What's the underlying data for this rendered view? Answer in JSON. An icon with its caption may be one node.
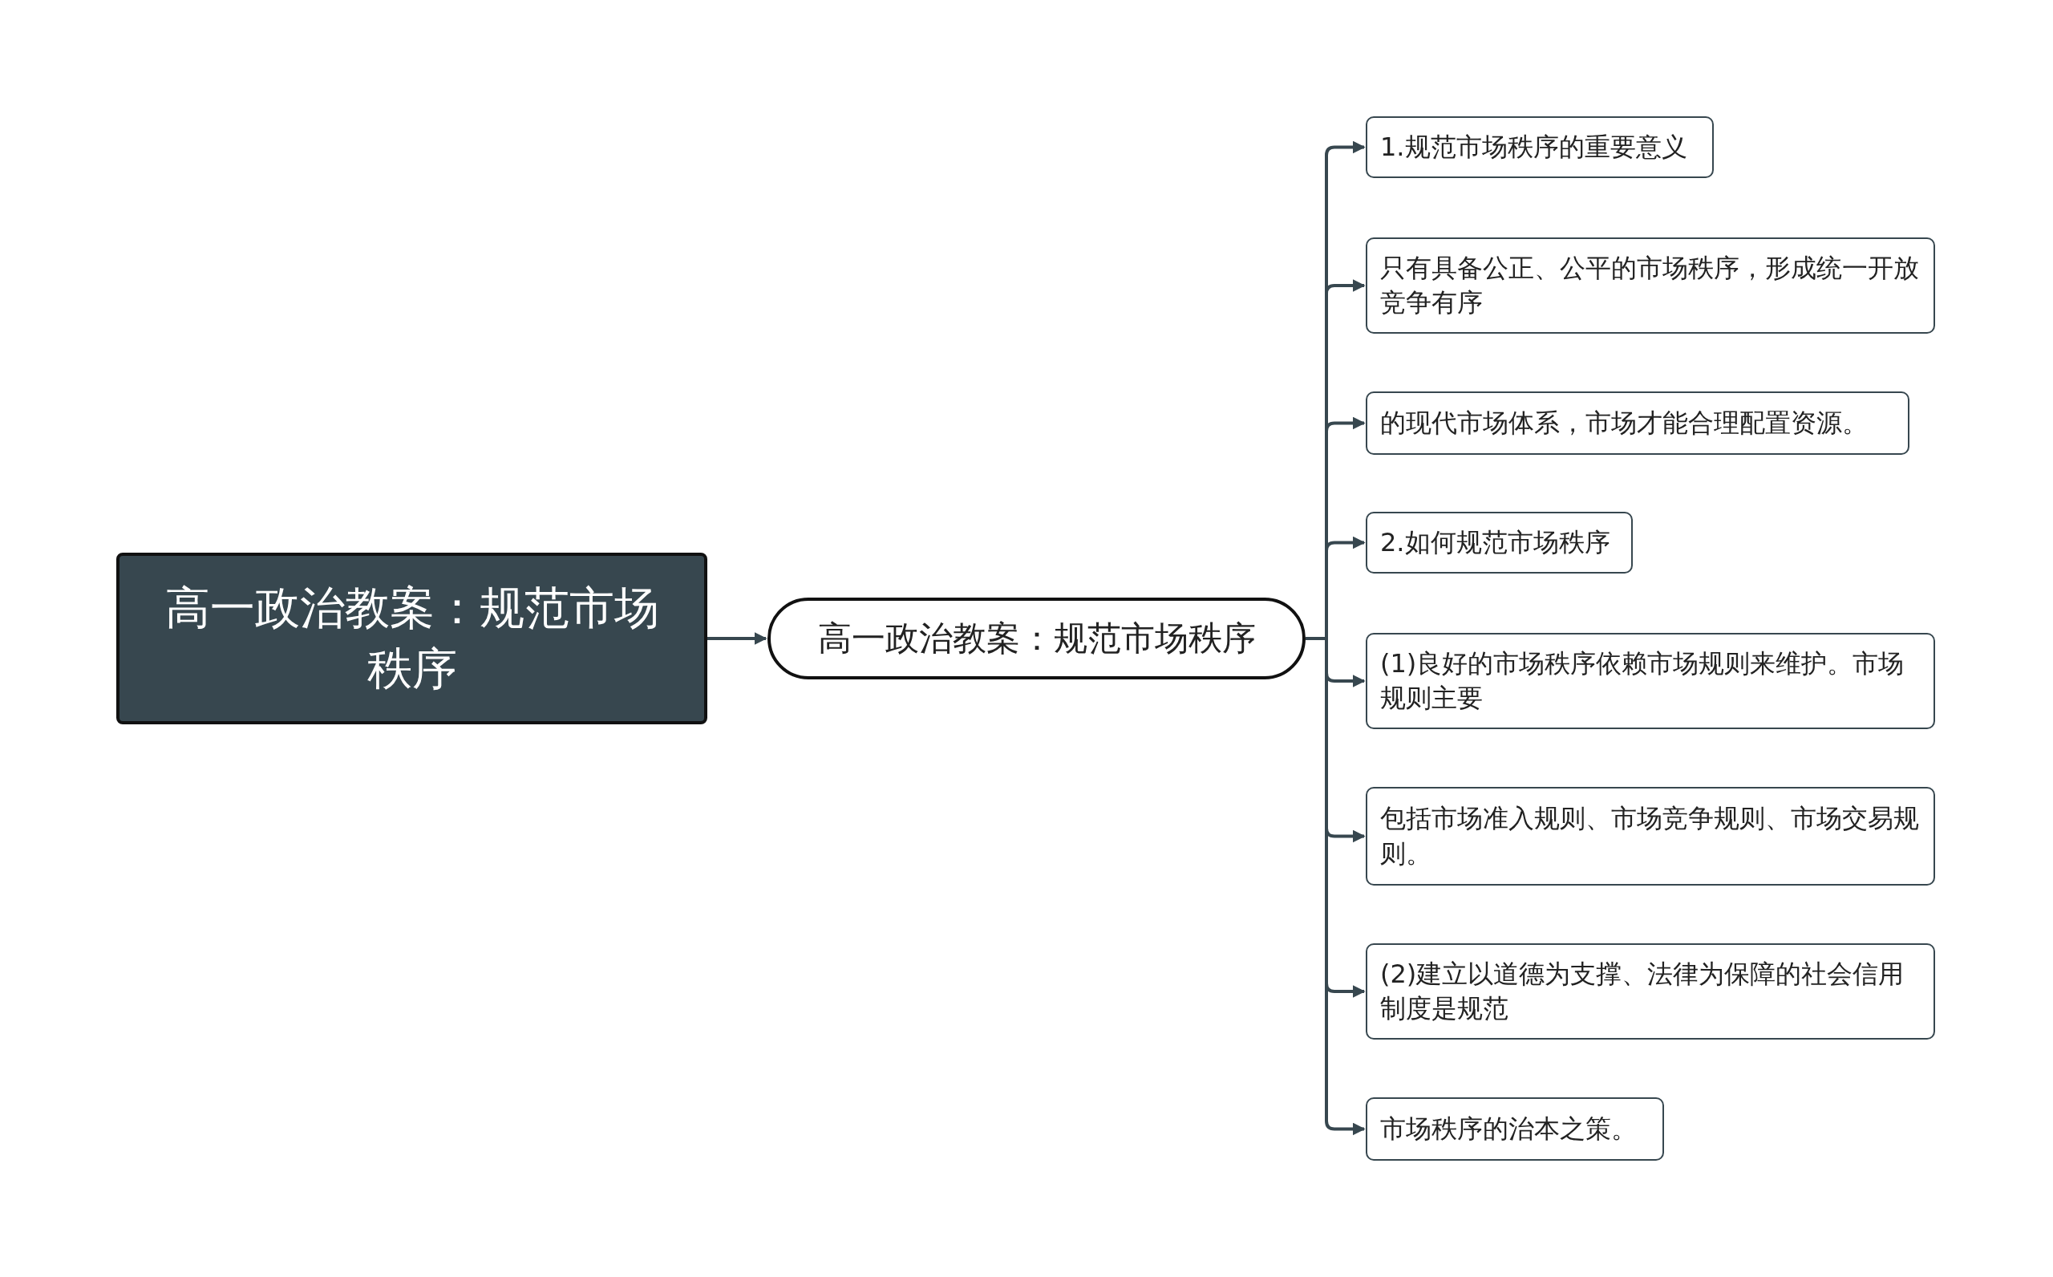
{
  "diagram": {
    "nodes": [
      {
        "text": [
          "高一政治教案：规范市场秩序"
        ]
      },
      {
        "text": [
          "高一政治教案：规范市场秩序"
        ]
      },
      {
        "text": [
          "1.规范市场秩序的重要意义"
        ]
      },
      {
        "text": [
          "只有具备公正、公平的市场秩序，形成统一开放竞争有序"
        ]
      },
      {
        "text": [
          "的现代市场体系，市场才能合理配置资源。"
        ]
      },
      {
        "text": [
          "2.如何规范市场秩序"
        ]
      },
      {
        "text": [
          "(1)良好的市场秩序依赖市场规则来维护。市场规则主要"
        ]
      },
      {
        "text": [
          "包括市场准入规则、市场竞争规则、市场交易规则。"
        ]
      },
      {
        "text": [
          "(2)建立以道德为支撑、法律为保障的社会信用制度是规范"
        ]
      },
      {
        "text": [
          "市场秩序的治本之策。"
        ]
      }
    ],
    "edges": [
      {
        "from": 0,
        "to": 1,
        "arrow": "to"
      },
      {
        "from": 1,
        "to": 2,
        "arrow": "to"
      },
      {
        "from": 1,
        "to": 3,
        "arrow": "to"
      },
      {
        "from": 1,
        "to": 4,
        "arrow": "to"
      },
      {
        "from": 1,
        "to": 5,
        "arrow": "to"
      },
      {
        "from": 1,
        "to": 6,
        "arrow": "to"
      },
      {
        "from": 1,
        "to": 7,
        "arrow": "to"
      },
      {
        "from": 1,
        "to": 8,
        "arrow": "to"
      },
      {
        "from": 1,
        "to": 9,
        "arrow": "to"
      }
    ]
  }
}
